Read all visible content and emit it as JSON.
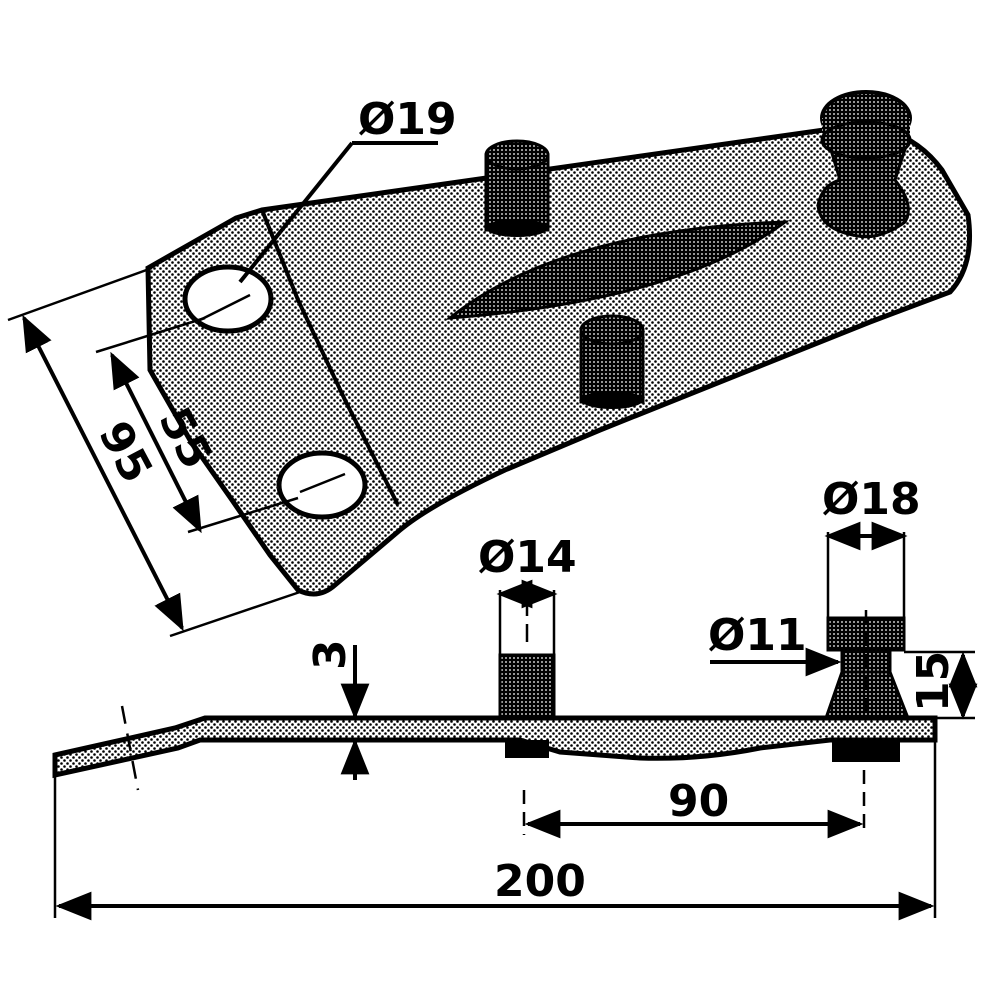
{
  "dimensions": {
    "hole_diameter": "Ø19",
    "bolt_spacing": "55",
    "blade_width": "95",
    "pin_small_diameter": "Ø14",
    "pin_large_diameter": "Ø18",
    "pin_neck_diameter": "Ø11",
    "plate_thickness": "3",
    "pin_height": "15",
    "pin_spacing": "90",
    "overall_length": "200"
  },
  "colors": {
    "ink": "#000000",
    "fill_dot": "#000000",
    "background": "#ffffff"
  }
}
